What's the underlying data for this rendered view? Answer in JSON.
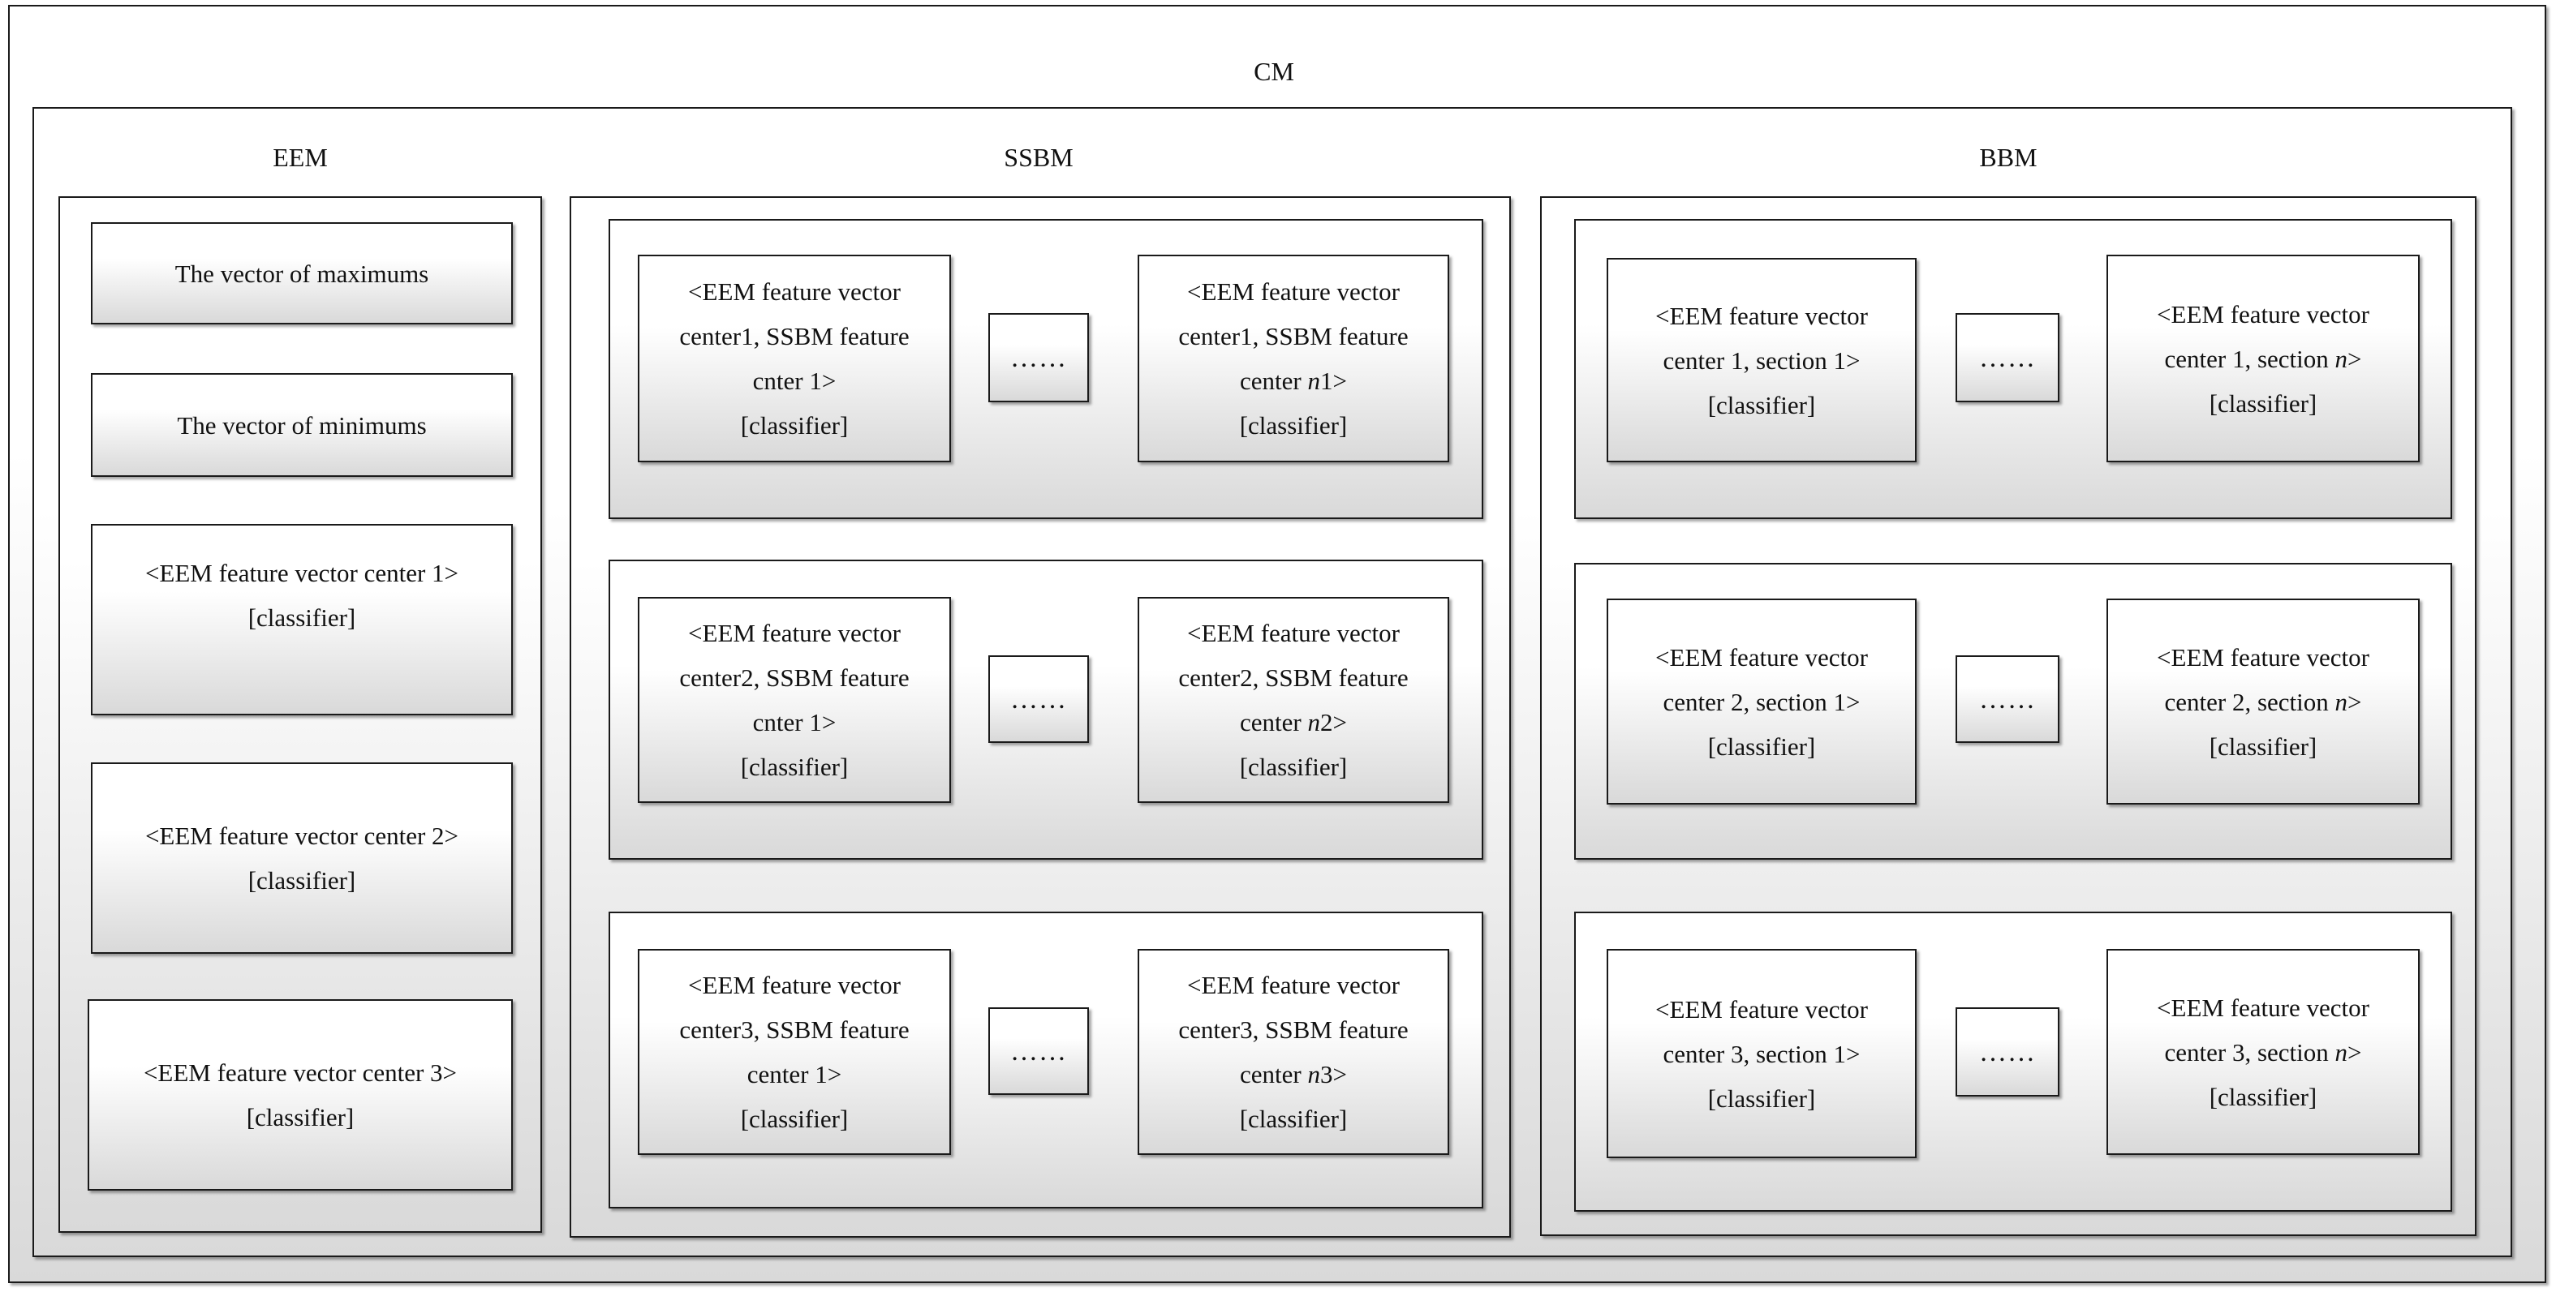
{
  "labels": {
    "cm": "CM",
    "eem": "EEM",
    "ssbm": "SSBM",
    "bbm": "BBM"
  },
  "dots": "……",
  "eem": {
    "max": "The vector of maximums",
    "min": "The vector of minimums",
    "c1": [
      "<EEM feature vector center 1>",
      "[classifier]"
    ],
    "c2": [
      "<EEM feature vector center 2>",
      "[classifier]"
    ],
    "c3": [
      "<EEM feature vector center 3>",
      "[classifier]"
    ]
  },
  "ssbm": {
    "r1l": [
      "<EEM feature vector",
      "center1, SSBM feature",
      "cnter 1>",
      "[classifier]"
    ],
    "r1r": [
      "<EEM feature vector",
      "center1, SSBM feature",
      "center ",
      "n",
      "1>",
      "[classifier]"
    ],
    "r2l": [
      "<EEM feature vector",
      "center2, SSBM feature",
      "cnter 1>",
      "[classifier]"
    ],
    "r2r": [
      "<EEM feature vector",
      "center2, SSBM feature",
      "center ",
      "n",
      "2>",
      "[classifier]"
    ],
    "r3l": [
      "<EEM feature vector",
      "center3, SSBM feature",
      "center 1>",
      "[classifier]"
    ],
    "r3r": [
      "<EEM feature vector",
      "center3, SSBM feature",
      "center ",
      "n",
      "3>",
      "[classifier]"
    ]
  },
  "bbm": {
    "r1l": [
      "<EEM feature vector",
      "center 1, section 1>",
      "[classifier]"
    ],
    "r1r": [
      "<EEM feature vector",
      "center 1, section ",
      "n",
      ">",
      "[classifier]"
    ],
    "r2l": [
      "<EEM feature vector",
      "center 2, section 1>",
      "[classifier]"
    ],
    "r2r": [
      "<EEM feature vector",
      "center 2, section ",
      "n",
      ">",
      "[classifier]"
    ],
    "r3l": [
      "<EEM feature vector",
      "center 3, section 1>",
      "[classifier]"
    ],
    "r3r": [
      "<EEM feature vector",
      "center 3, section ",
      "n",
      ">",
      "[classifier]"
    ]
  }
}
